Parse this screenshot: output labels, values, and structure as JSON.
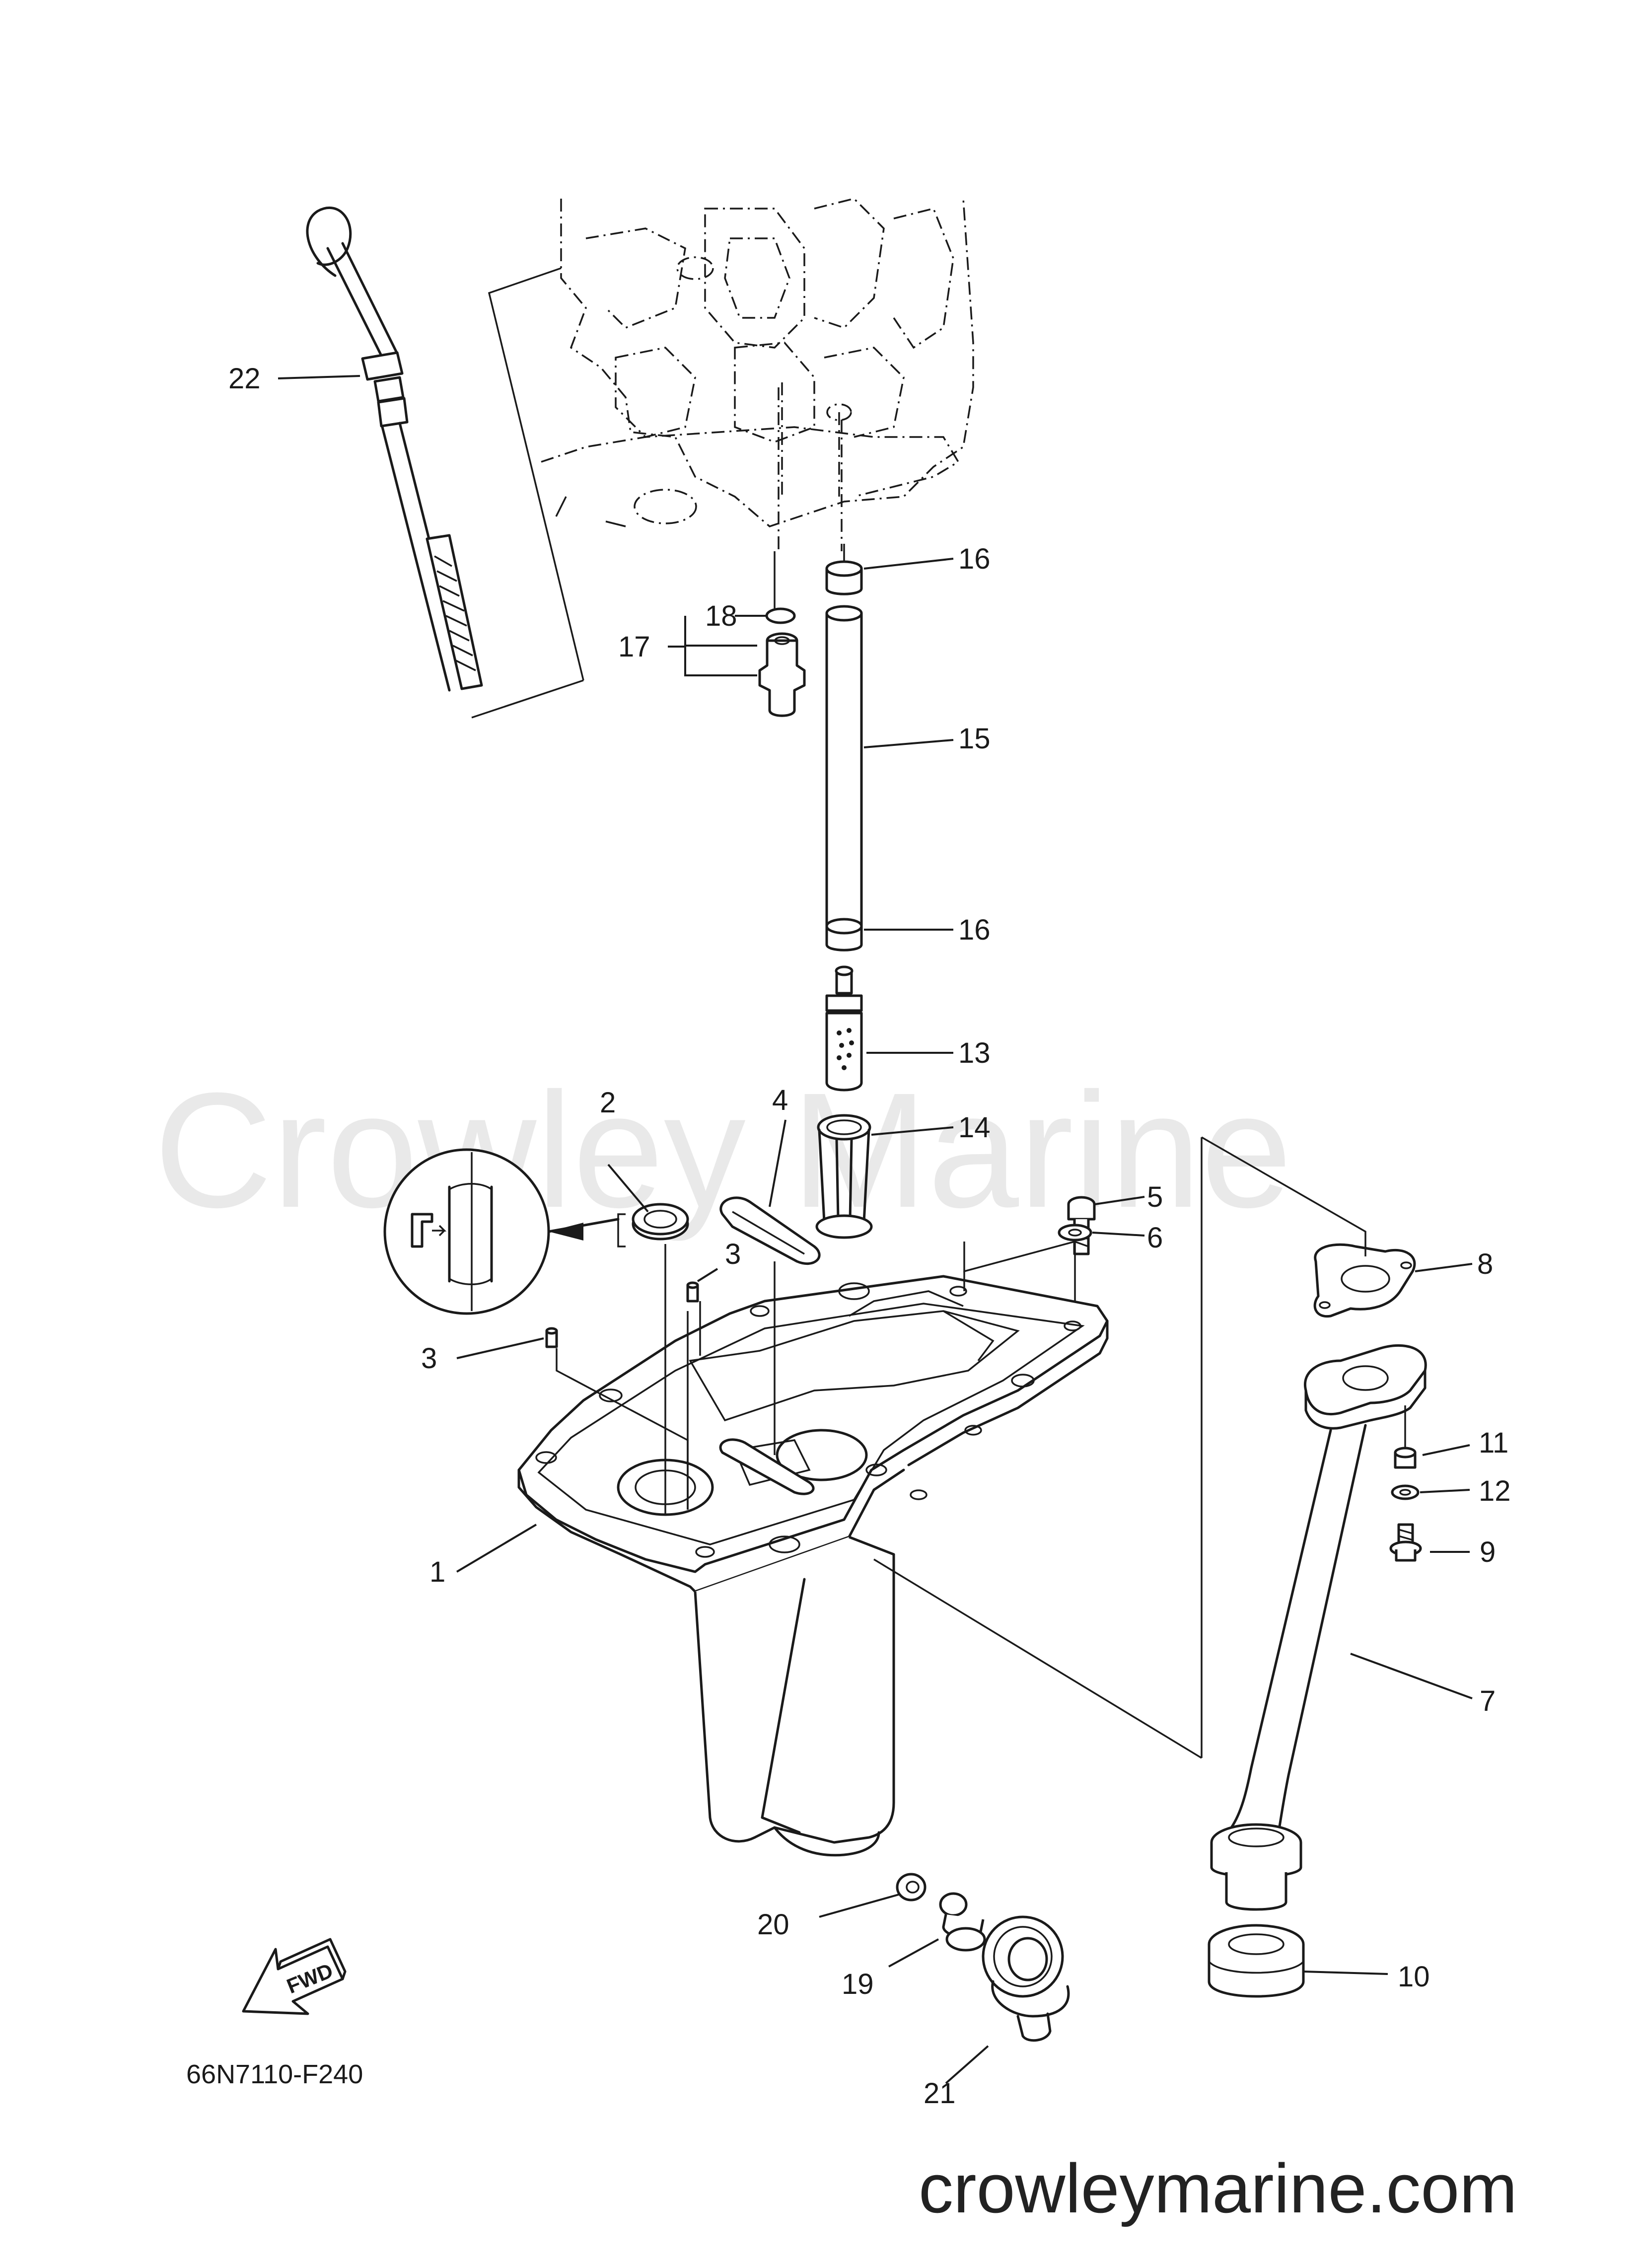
{
  "watermark": "Crowley Marine",
  "site_url": "crowleymarine.com",
  "diagram_code": "66N7110-F240",
  "fwd_label": "FWD",
  "callouts": [
    {
      "id": "c1",
      "label": "1"
    },
    {
      "id": "c2",
      "label": "2"
    },
    {
      "id": "c3a",
      "label": "3"
    },
    {
      "id": "c3b",
      "label": "3"
    },
    {
      "id": "c4",
      "label": "4"
    },
    {
      "id": "c5",
      "label": "5"
    },
    {
      "id": "c6",
      "label": "6"
    },
    {
      "id": "c7",
      "label": "7"
    },
    {
      "id": "c8",
      "label": "8"
    },
    {
      "id": "c9",
      "label": "9"
    },
    {
      "id": "c10",
      "label": "10"
    },
    {
      "id": "c11",
      "label": "11"
    },
    {
      "id": "c12",
      "label": "12"
    },
    {
      "id": "c13",
      "label": "13"
    },
    {
      "id": "c14",
      "label": "14"
    },
    {
      "id": "c15",
      "label": "15"
    },
    {
      "id": "c16a",
      "label": "16"
    },
    {
      "id": "c16b",
      "label": "16"
    },
    {
      "id": "c17",
      "label": "17"
    },
    {
      "id": "c18",
      "label": "18"
    },
    {
      "id": "c19",
      "label": "19"
    },
    {
      "id": "c20",
      "label": "20"
    },
    {
      "id": "c21",
      "label": "21"
    },
    {
      "id": "c22",
      "label": "22"
    }
  ]
}
